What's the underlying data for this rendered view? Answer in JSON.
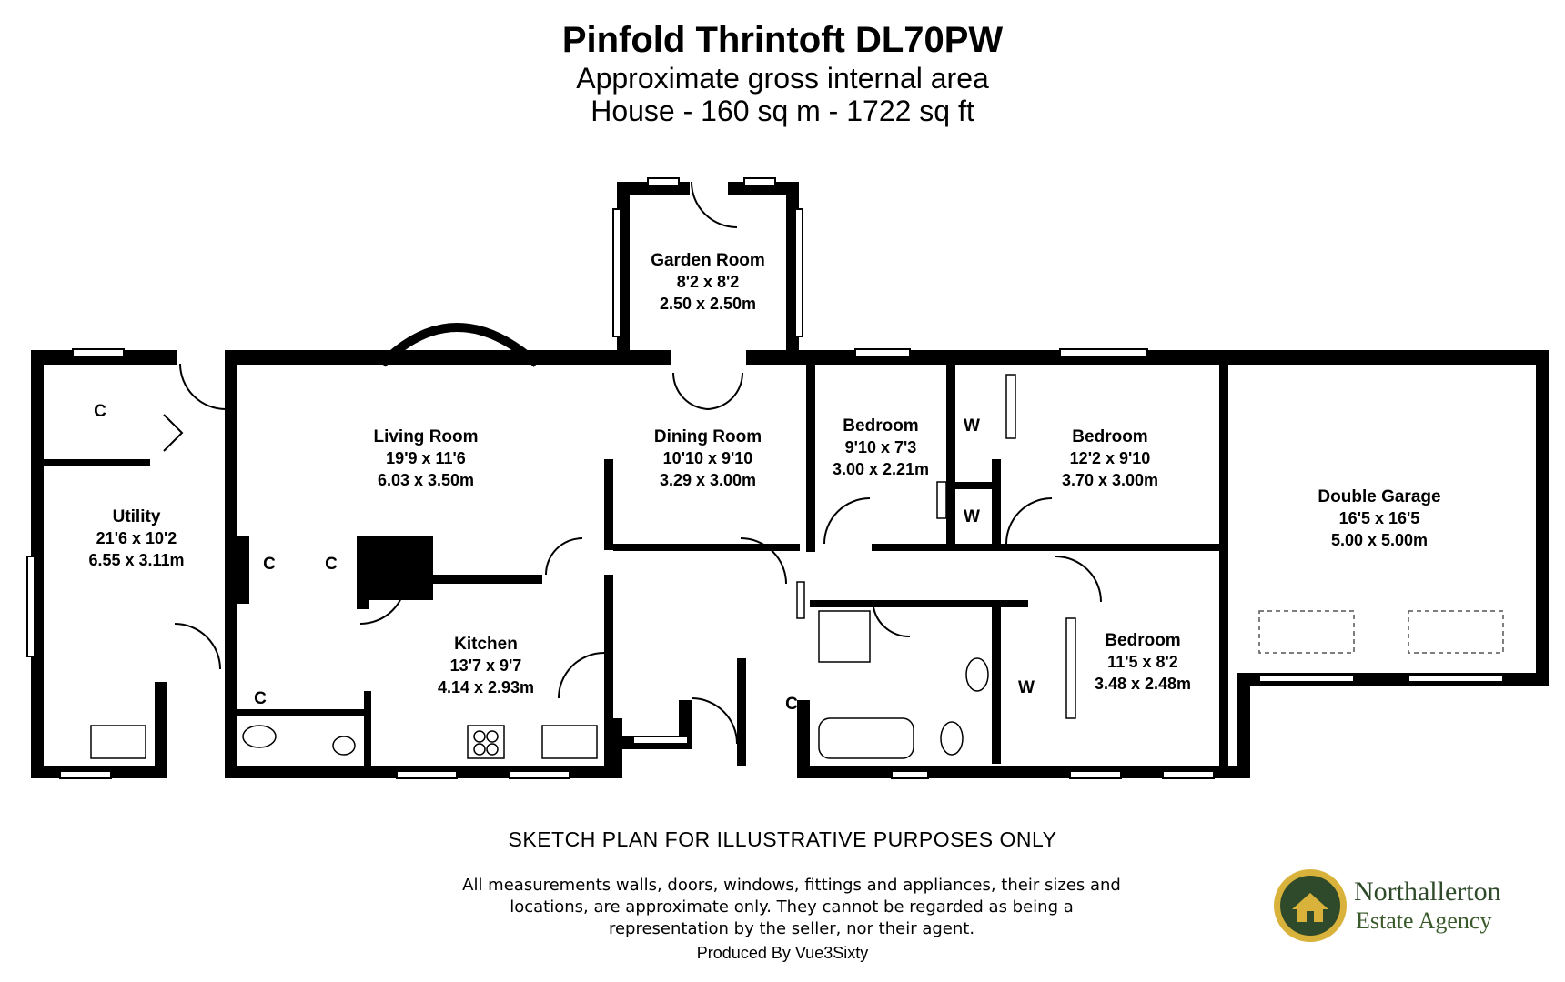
{
  "header": {
    "title": "Pinfold Thrintoft DL70PW",
    "subtitle": "Approximate gross internal area",
    "area": "House - 160 sq m - 1722 sq ft"
  },
  "rooms": [
    {
      "name": "Garden Room",
      "imperial": "8'2 x 8'2",
      "metric": "2.50 x 2.50m"
    },
    {
      "name": "Living Room",
      "imperial": "19'9 x 11'6",
      "metric": "6.03 x 3.50m"
    },
    {
      "name": "Dining Room",
      "imperial": "10'10 x 9'10",
      "metric": "3.29 x 3.00m"
    },
    {
      "name": "Bedroom",
      "imperial": "9'10 x 7'3",
      "metric": "3.00 x 2.21m"
    },
    {
      "name": "Bedroom",
      "imperial": "12'2 x 9'10",
      "metric": "3.70 x 3.00m"
    },
    {
      "name": "Double Garage",
      "imperial": "16'5 x 16'5",
      "metric": "5.00 x 5.00m"
    },
    {
      "name": "Utility",
      "imperial": "21'6 x 10'2",
      "metric": "6.55 x 3.11m"
    },
    {
      "name": "Kitchen",
      "imperial": "13'7 x 9'7",
      "metric": "4.14 x 2.93m"
    },
    {
      "name": "Bedroom",
      "imperial": "11'5 x 8'2",
      "metric": "3.48 x 2.48m"
    }
  ],
  "cupboard_label": "C",
  "wardrobe_label": "W",
  "footer": {
    "heading": "SKETCH PLAN FOR ILLUSTRATIVE PURPOSES ONLY",
    "body": "All measurements walls, doors, windows, fittings and appliances, their sizes and locations, are approximate only. They cannot be regarded as being a representation by the seller, nor their agent.",
    "producer": "Produced By Vue3Sixty"
  },
  "logo": {
    "line1": "Northallerton",
    "line2": "Estate Agency"
  },
  "colors": {
    "wall": "#000000",
    "logo_green": "#2f4a2a",
    "logo_gold": "#d8b23a"
  }
}
